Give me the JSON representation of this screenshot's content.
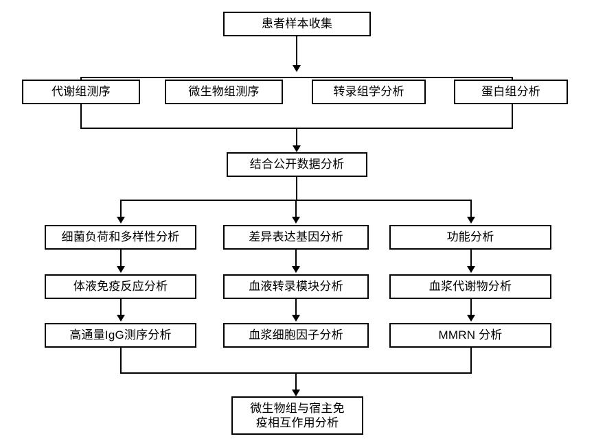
{
  "diagram": {
    "title": "",
    "colors": {
      "background": "#ffffff",
      "stroke": "#000000",
      "text": "#000000",
      "node_fill": "#ffffff"
    },
    "nodes": {
      "n_sample_collection": {
        "label": "患者样本收集"
      },
      "n_metabolome": {
        "label": "代谢组测序"
      },
      "n_microbiome": {
        "label": "微生物组测序"
      },
      "n_transcriptome": {
        "label": "转录组学分析"
      },
      "n_proteome": {
        "label": "蛋白组分析"
      },
      "n_public_data": {
        "label": "结合公开数据分析"
      },
      "n_bacterial_load": {
        "label": "细菌负荷和多样性分析"
      },
      "n_deg": {
        "label": "差异表达基因分析"
      },
      "n_functional": {
        "label": "功能分析"
      },
      "n_humoral": {
        "label": "体液免疫反应分析"
      },
      "n_btm": {
        "label": "血液转录模块分析"
      },
      "n_plasma_metabolite": {
        "label": "血浆代谢物分析"
      },
      "n_igg_seq": {
        "label": "高通量IgG测序分析"
      },
      "n_cytokine": {
        "label": "血浆细胞因子分析"
      },
      "n_mmrn": {
        "label": "MMRN 分析"
      },
      "n_microbiome_host": {
        "label": "微生物组与宿主免\n疫相互作用分析"
      }
    }
  }
}
